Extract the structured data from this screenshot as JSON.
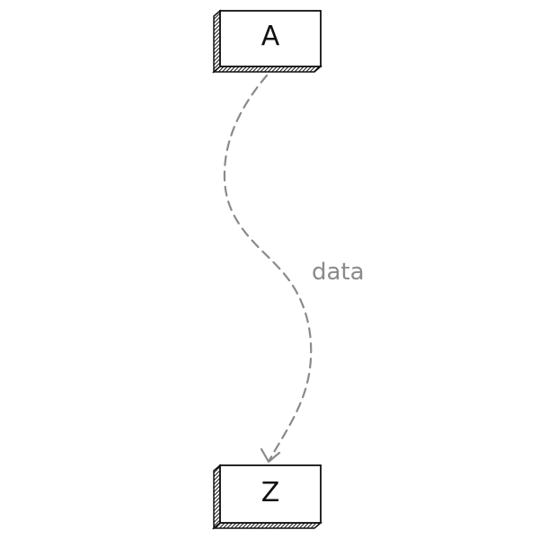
{
  "nodes": {
    "source": {
      "label": "A"
    },
    "target": {
      "label": "Z"
    }
  },
  "edge": {
    "label": "data",
    "style": "dashed",
    "color": "#8a8a8a"
  },
  "colors": {
    "node_fill": "#ffffff",
    "node_border": "#111111",
    "node_shadow": "#1a1a1a"
  }
}
